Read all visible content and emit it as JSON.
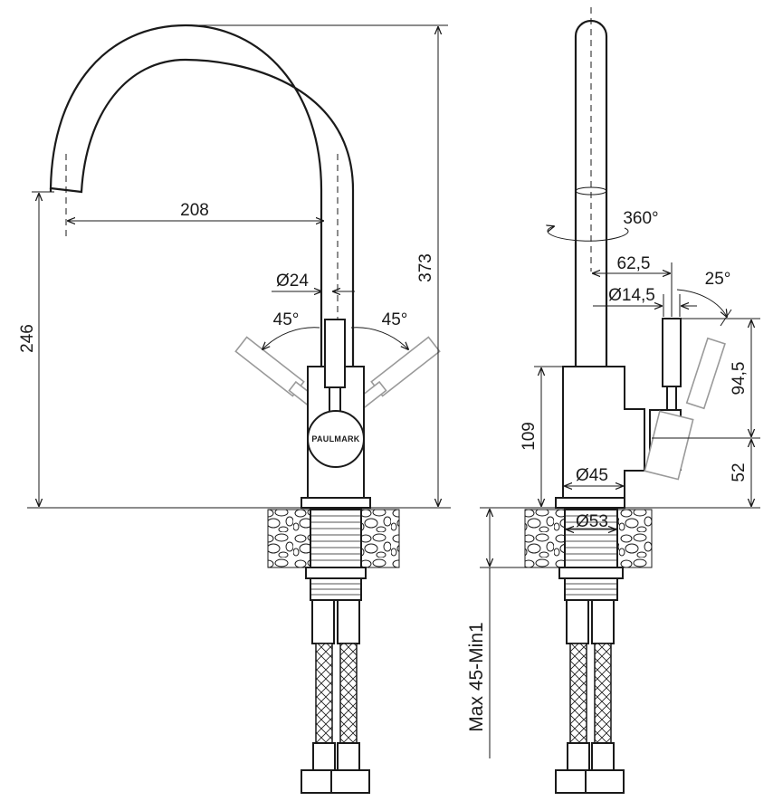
{
  "brand": "PAULMARK",
  "dimensions": {
    "spout_reach": "208",
    "total_height": "373",
    "spout_height": "246",
    "body_diameter": "Ø24",
    "handle_angle_left": "45°",
    "handle_angle_right": "45°",
    "rotation": "360°",
    "handle_offset": "62,5",
    "handle_diameter": "Ø14,5",
    "handle_tilt": "25°",
    "handle_height": "94,5",
    "body_height": "109",
    "lever_base_height": "52",
    "base_diameter": "Ø45",
    "mount_diameter": "Ø53",
    "countertop_thickness": "Max 45-Min1"
  }
}
